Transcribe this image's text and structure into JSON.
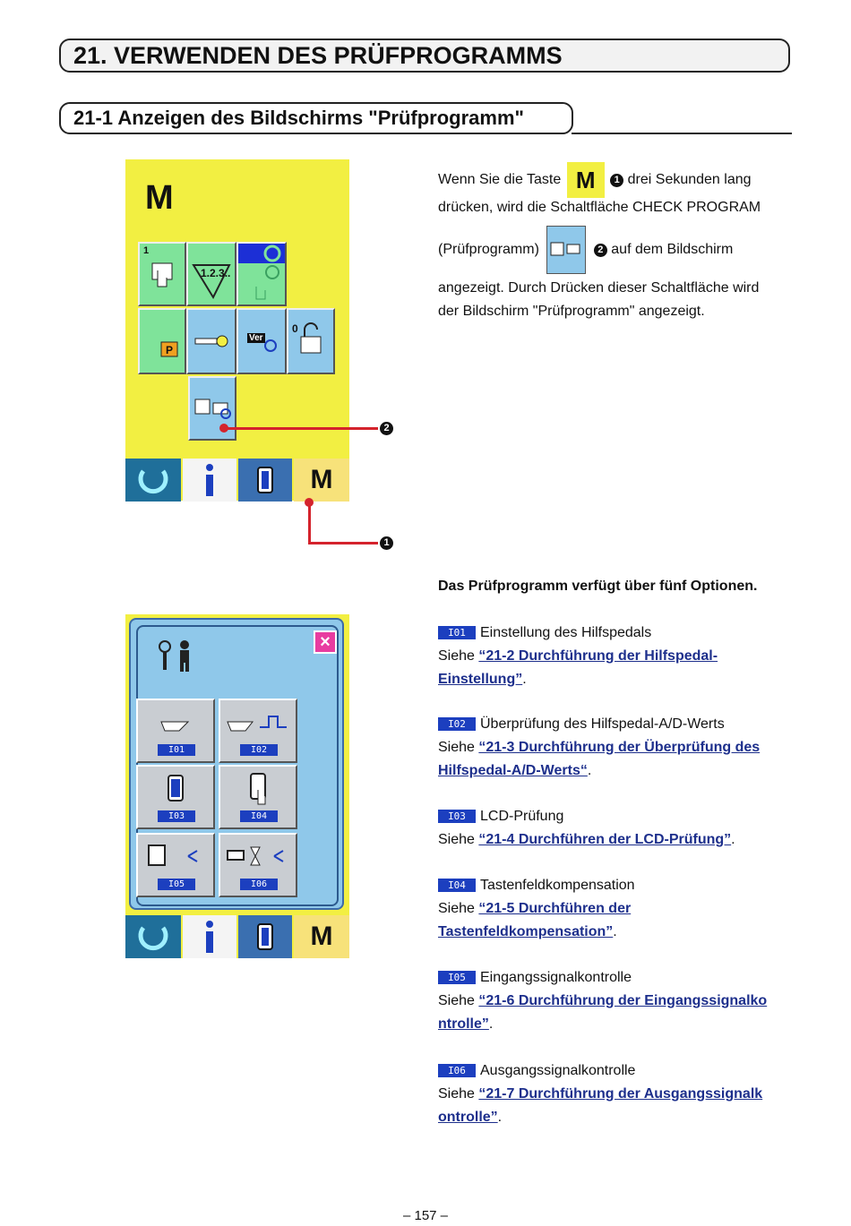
{
  "heading1": "21. VERWENDEN DES PRÜFPROGRAMMS",
  "heading2": "21-1 Anzeigen des Bildschirms \"Prüfprogramm\"",
  "screen1": {
    "mode_letter": "M",
    "nav_m": "M",
    "marker1": "1",
    "marker2": "2",
    "tile1_num": "1",
    "tile_ver": "Ver",
    "tile_lock_num": "0",
    "tile_p": "P",
    "tile_123": "1.2.3.."
  },
  "intro": {
    "part1": "Wenn Sie die Taste",
    "key_m": "M",
    "marker1": "1",
    "part2": "drei Sekunden lang",
    "line2": "drücken, wird die Schaltfläche CHECK PROGRAM",
    "part3": "(Prüfprogramm)",
    "marker2": "2",
    "part4": "auf dem Bildschirm",
    "line4": "angezeigt. Durch Drücken dieser Schaltfläche wird",
    "line5": "der Bildschirm \"Prüfprogramm\" angezeigt."
  },
  "options_title": "Das Prüfprogramm verfügt über fünf Optionen.",
  "see_word": "Siehe",
  "options": [
    {
      "id": "I01",
      "name": "Einstellung des Hilfspedals",
      "ref1": "“21-2 Durchführung der Hilfspedal-",
      "ref2": "Einstellung”"
    },
    {
      "id": "I02",
      "name": "Überprüfung des Hilfspedal-A/D-Werts",
      "ref1": "“21-3 Durchführung der Überprüfung des ",
      "ref2": "Hilfspedal-A/D-Werts“"
    },
    {
      "id": "I03",
      "name": "LCD-Prüfung",
      "ref1": "“21-4 Durchführen der LCD-Prüfung”",
      "ref2": ""
    },
    {
      "id": "I04",
      "name": "Tastenfeldkompensation",
      "ref1": "“21-5 Durchführen der ",
      "ref2": "Tastenfeldkompensation”"
    },
    {
      "id": "I05",
      "name": "Eingangssignalkontrolle",
      "ref1": "“21-6 Durchführung der  Eingangssignalko",
      "ref2": "ntrolle”"
    },
    {
      "id": "I06",
      "name": "Ausgangssignalkontrolle",
      "ref1": "“21-7 Durchführung der  Ausgangssignalk",
      "ref2": "ontrolle”"
    }
  ],
  "screen2": {
    "close": "×",
    "nav_m": "M",
    "buttons": [
      "I01",
      "I02",
      "I03",
      "I04",
      "I05",
      "I06"
    ]
  },
  "page_number": "– 157 –",
  "colors": {
    "screen_bg": "#f2ef42",
    "panel_blue": "#8fc8ea",
    "tag_blue": "#1c3fbf",
    "link": "#1d2f8c",
    "red": "#d4232c"
  }
}
